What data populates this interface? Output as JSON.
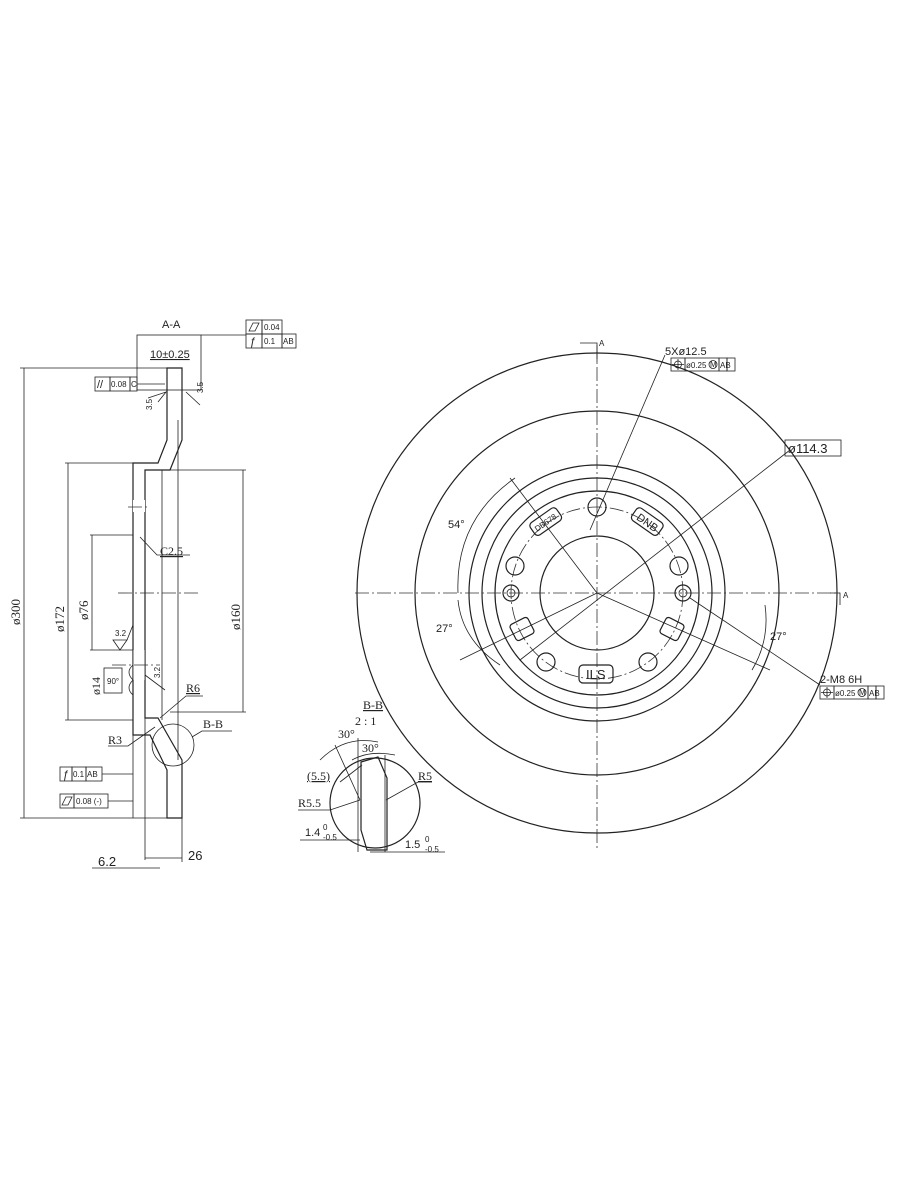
{
  "section_aa": {
    "title": "A-A",
    "thickness": "10±0.25",
    "flatness_tol": "0.04",
    "runout_tol": "0.1",
    "runout_datums": "AB",
    "parallel_tol": "0.08",
    "parallel_datum": "C",
    "roughness_1": "3.5",
    "roughness_2": "3.5",
    "dia_300": "ø300",
    "dia_172": "ø172",
    "dia_76": "ø76",
    "dia_160": "ø160",
    "dia_14": "ø14",
    "angle_90": "90°",
    "chamfer": "C2.5",
    "roughness_3": "3.2",
    "roughness_4": "3.2",
    "r6": "R6",
    "r3": "R3",
    "detail_ref": "B-B",
    "runout_tol_2": "0.1",
    "runout_datums_2": "AB",
    "flatness_tol_2": "0.08 (-)",
    "dim_62": "6.2",
    "dim_26": "26"
  },
  "detail_bb": {
    "title": "B-B",
    "scale": "2 : 1",
    "angle_1": "30°",
    "angle_2": "30°",
    "ref_55": "(5.5)",
    "r55": "R5.5",
    "r5": "R5",
    "dim_14": "1.4",
    "dim_14_tol_upper": "0",
    "dim_14_tol_lower": "-0.5",
    "dim_15": "1.5",
    "dim_15_tol_upper": "0",
    "dim_15_tol_lower": "-0.5"
  },
  "front_view": {
    "section_mark_top": "A",
    "section_mark_right": "A",
    "holes_callout": "5Xø12.5",
    "holes_position_tol": "ø0.25",
    "holes_modifier": "M",
    "holes_datums": "AB",
    "pcd": "ø114.3",
    "angle_54": "54°",
    "angle_27_left": "27°",
    "angle_27_right": "27°",
    "thread_callout": "2-M8  6H",
    "thread_position_tol": "ø0.25",
    "thread_modifier": "M",
    "thread_datums": "AB",
    "mark_1": "DB678",
    "mark_2": "DNB",
    "mark_3": "ILS"
  }
}
